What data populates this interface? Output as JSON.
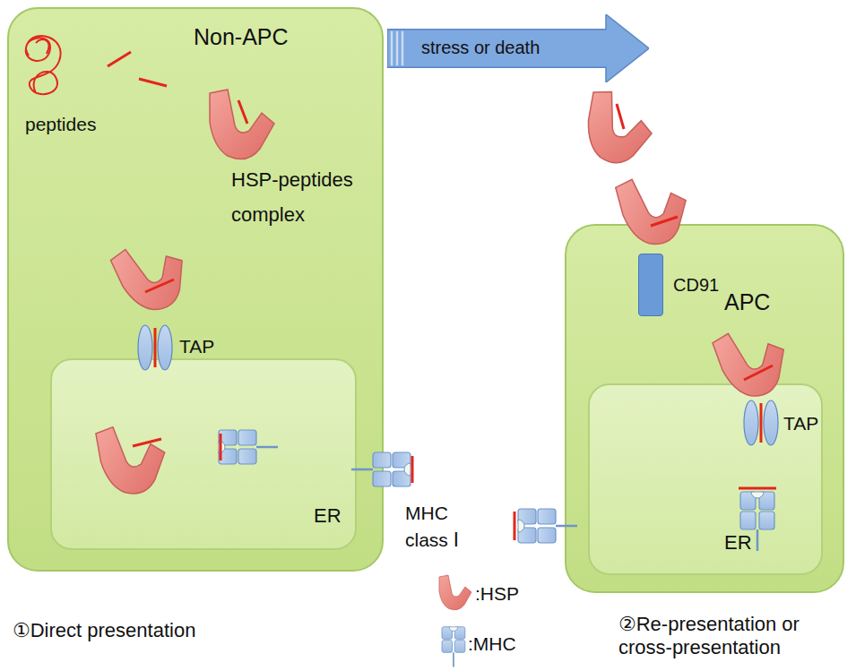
{
  "diagram": {
    "nodes": [
      {
        "text": [
          "Non-APC"
        ]
      },
      {
        "text": [
          "ER"
        ],
        "in": 0
      },
      {
        "text": [
          "APC"
        ]
      },
      {
        "text": [
          "ER"
        ],
        "in": 2
      },
      {
        "text": [
          "stress or death"
        ]
      },
      {
        "text": [
          "CD91"
        ]
      }
    ],
    "labels": [
      "peptides",
      "HSP-peptides complex",
      "TAP",
      "MHC class Ⅰ",
      "TAP",
      "①Direct presentation",
      "②Re-presentation or cross-presentation"
    ],
    "legend": [
      {
        "text": ":HSP"
      },
      {
        "text": ":MHC"
      }
    ]
  }
}
